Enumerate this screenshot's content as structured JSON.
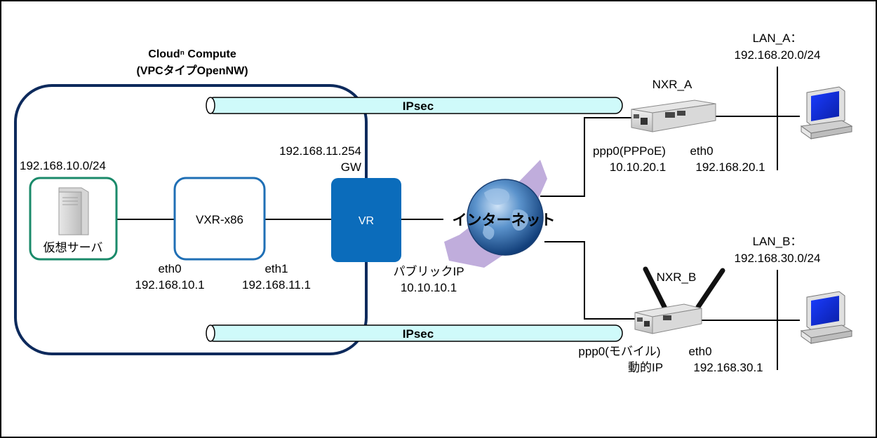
{
  "cloud": {
    "title_line1": "Cloudⁿ Compute",
    "title_line2": "(VPCタイプOpenNW)",
    "subnet": "192.168.10.0/24",
    "gw_ip": "192.168.11.254",
    "gw_label": "GW"
  },
  "nodes": {
    "server_label": "仮想サーバ",
    "vxr_label": "VXR-x86",
    "vr_label": "VR",
    "internet_label": "インターネット",
    "nxr_a_label": "NXR_A",
    "nxr_b_label": "NXR_B"
  },
  "interfaces": {
    "vxr_eth0_name": "eth0",
    "vxr_eth0_ip": "192.168.10.1",
    "vxr_eth1_name": "eth1",
    "vxr_eth1_ip": "192.168.11.1",
    "vr_public_name": "パブリックIP",
    "vr_public_ip": "10.10.10.1",
    "nxr_a_ppp0_name": "ppp0(PPPoE)",
    "nxr_a_ppp0_ip": "10.10.20.1",
    "nxr_a_eth0_name": "eth0",
    "nxr_a_eth0_ip": "192.168.20.1",
    "nxr_b_ppp0_name": "ppp0(モバイル)",
    "nxr_b_ppp0_ip": "動的IP",
    "nxr_b_eth0_name": "eth0",
    "nxr_b_eth0_ip": "192.168.30.1"
  },
  "lans": {
    "lan_a_name": "LAN_A：",
    "lan_a_subnet": "192.168.20.0/24",
    "lan_b_name": "LAN_B：",
    "lan_b_subnet": "192.168.30.0/24"
  },
  "tunnels": {
    "top_label": "IPsec",
    "bottom_label": "IPsec"
  },
  "colors": {
    "cloud_border": "#0d2a5c",
    "server_border": "#1a8a6a",
    "vxr_border": "#1f6fb5",
    "vr_fill": "#0b6cbb",
    "tunnel_fill": "#cffafa",
    "globe_blue": "#2f6cb0",
    "cloud_purple": "#b9a4d8"
  }
}
